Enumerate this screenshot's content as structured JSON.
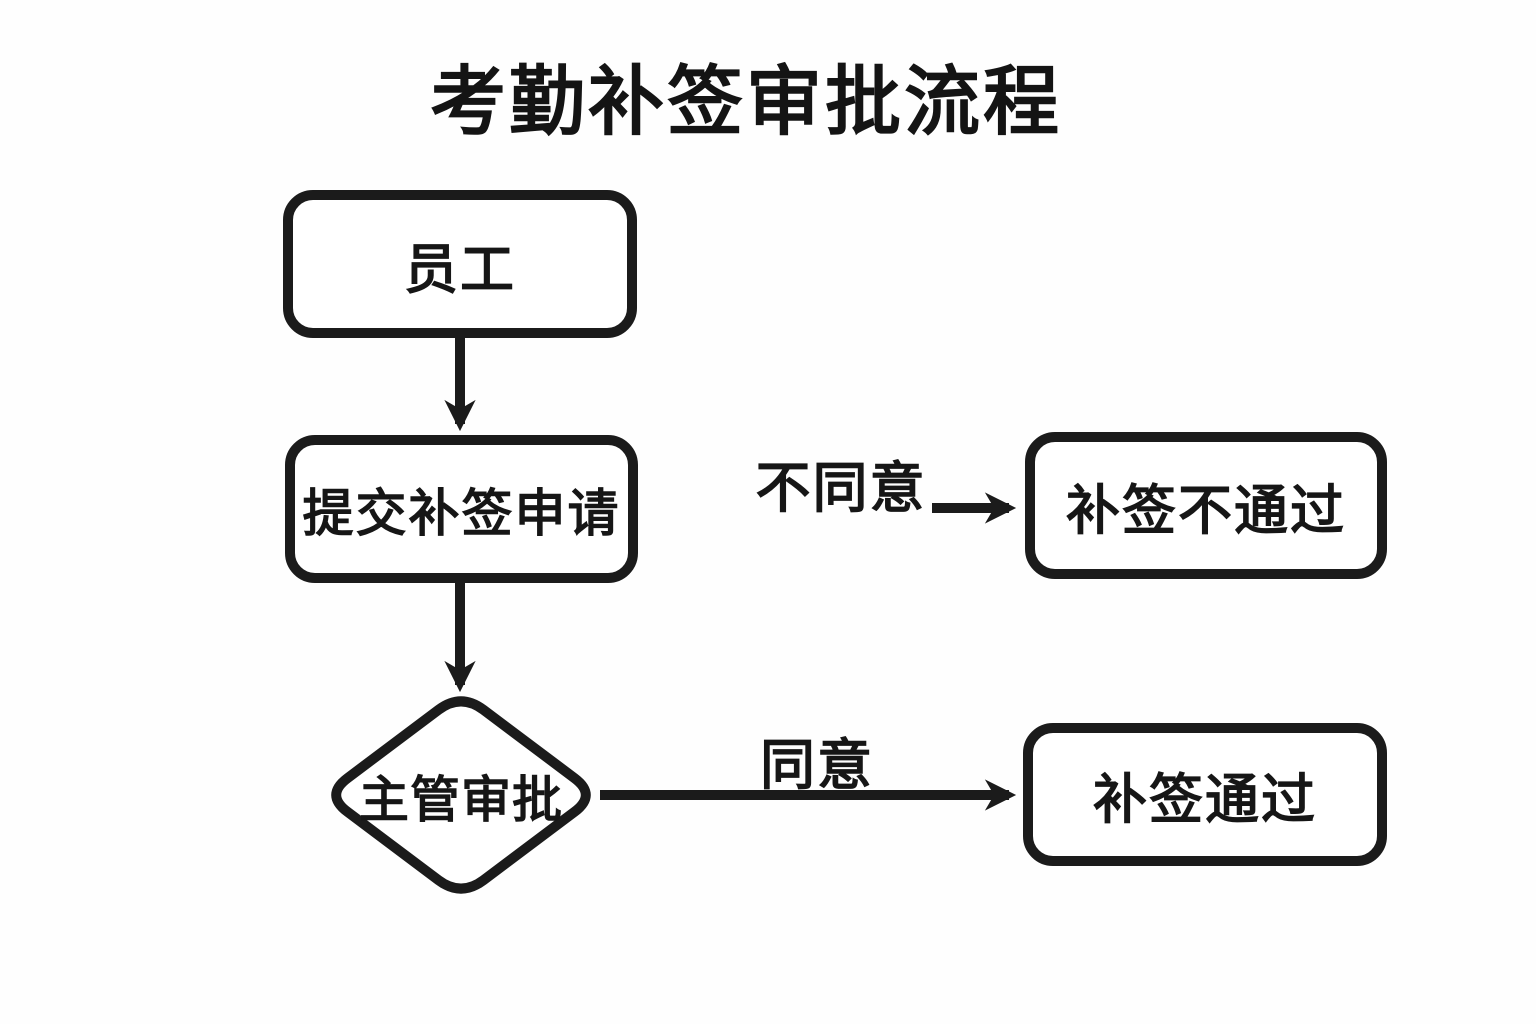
{
  "title": "考勤补签审批流程",
  "colors": {
    "stroke": "#1b1b1b",
    "node_fill": "#ffffff",
    "background": "#fefefe"
  },
  "flowchart": {
    "nodes": [
      {
        "id": "employee",
        "type": "rounded-rect",
        "label": "员工"
      },
      {
        "id": "submit-request",
        "type": "rounded-rect",
        "label": "提交补签申请"
      },
      {
        "id": "supervisor-approval",
        "type": "diamond",
        "label": "主管审批"
      },
      {
        "id": "resign-rejected",
        "type": "rounded-rect",
        "label": "补签不通过"
      },
      {
        "id": "resign-approved",
        "type": "rounded-rect",
        "label": "补签通过"
      }
    ],
    "edges": [
      {
        "from": "employee",
        "to": "submit-request",
        "label": ""
      },
      {
        "from": "submit-request",
        "to": "supervisor-approval",
        "label": ""
      },
      {
        "from": "supervisor-approval",
        "to": "resign-approved",
        "label": "同意"
      },
      {
        "from": "supervisor-approval",
        "to": "resign-rejected",
        "label": "不同意"
      }
    ]
  }
}
